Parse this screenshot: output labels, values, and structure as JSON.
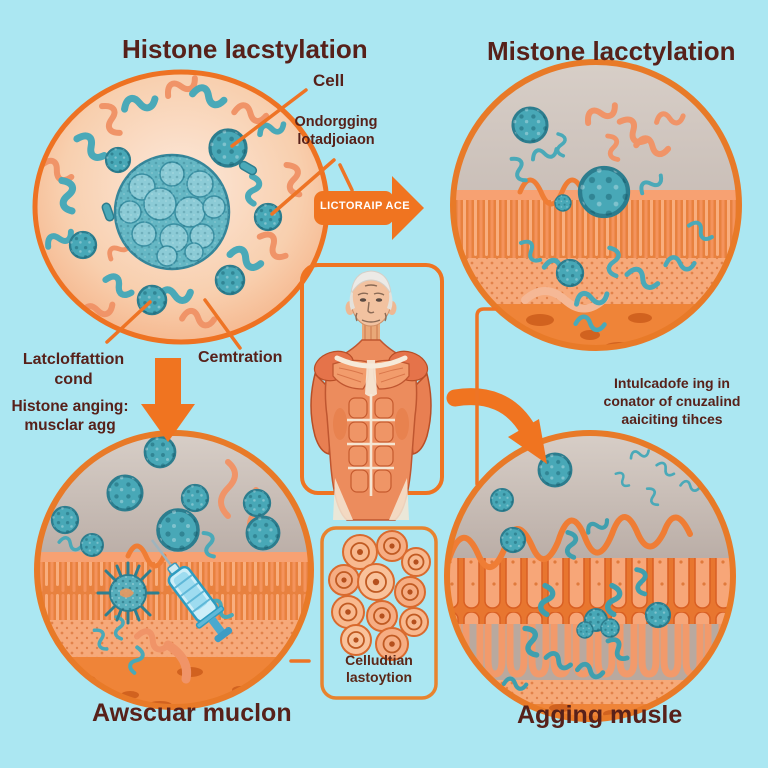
{
  "titles": {
    "panel_top_left": "Histone lacstylation",
    "panel_top_right": "Mistone lacctylation",
    "panel_bottom_left": "Awscuar muclon",
    "panel_bottom_right": "Agging musle"
  },
  "annotations": {
    "cell_label": "Cell",
    "undergoing_line1": "Ondorgging",
    "undergoing_line2": "lotadjoiaon",
    "arrow_label": "LICTORAIP ACE",
    "lactylation_cond_line1": "Latcloffattion",
    "lactylation_cond_line2": "cond",
    "concentration_label": "Cemtration",
    "histone_aging_line1": "Histone anging:",
    "histone_aging_line2": "musclar agg",
    "indicator_line1": "Intulcadofe ing in",
    "indicator_line2": "conator of cnuzalind",
    "indicator_line3": "aaiciting tihces",
    "cell_box_line1": "Celludtian",
    "cell_box_line2": "lastoytion"
  },
  "illustrations": {
    "top_left": "cell-with-nucleus-histones-and-lactate",
    "top_right": "muscle-membrane-with-lactate-particles",
    "center": "aging-man-muscle-anatomy",
    "center_bottom": "cellular-lactylation-cells",
    "bottom_left": "aging-muscle-with-syringe",
    "bottom_right": "aging-muscle-fibers"
  },
  "colors": {
    "background": "#abe7f2",
    "accent_orange": "#f0731f",
    "teal": "#48a8b7",
    "text_dark": "#57211a",
    "panel_peach": "#f8cfae",
    "panel_gray": "#c7bbb4",
    "tissue_orange": "#ef8438",
    "syringe_blue": "#7fd0e8"
  }
}
